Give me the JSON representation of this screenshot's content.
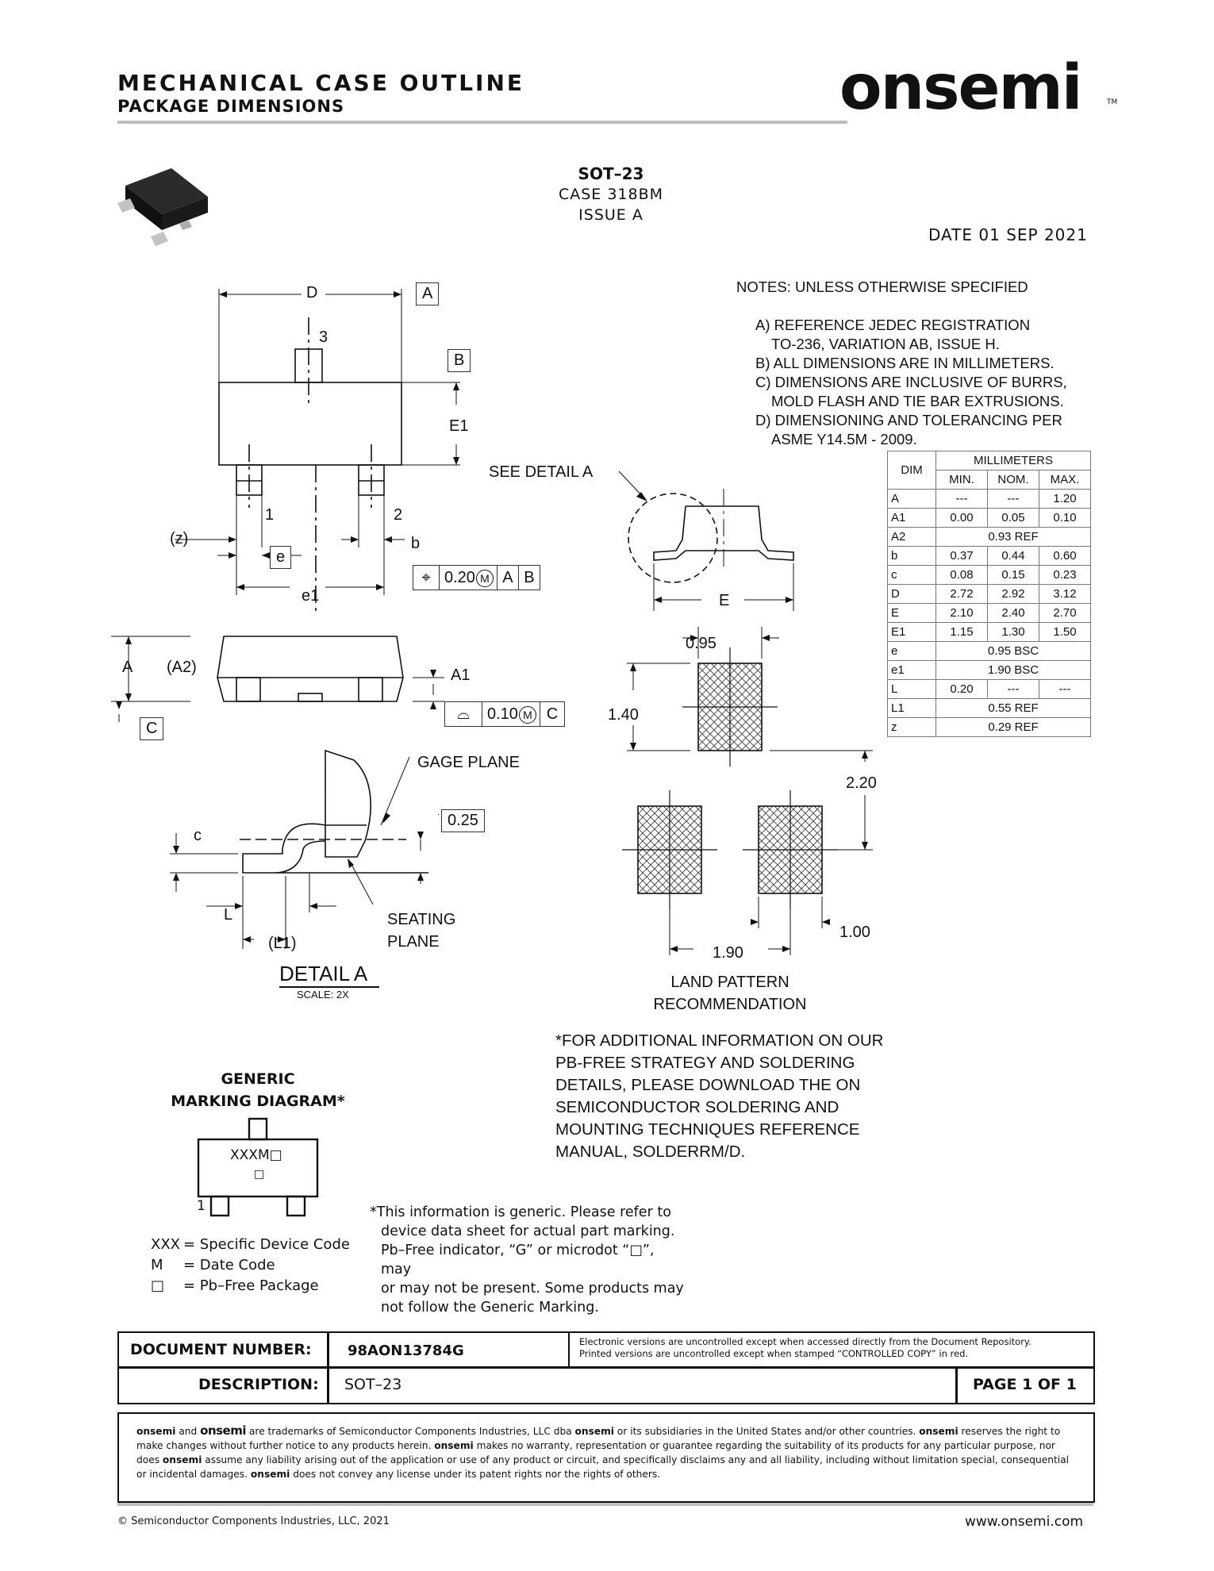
{
  "header": {
    "title": "MECHANICAL CASE OUTLINE",
    "subtitle": "PACKAGE DIMENSIONS",
    "logo": "onsemi",
    "logo_tm": "TM"
  },
  "package": {
    "name": "SOT–23",
    "case": "CASE 318BM",
    "issue": "ISSUE A",
    "date": "DATE 01 SEP 2021"
  },
  "notes": {
    "title": "NOTES: UNLESS OTHERWISE SPECIFIED",
    "lines": [
      "A)  REFERENCE JEDEC REGISTRATION",
      "TO-236, VARIATION AB, ISSUE H.",
      "B)  ALL DIMENSIONS ARE IN MILLIMETERS.",
      "C)  DIMENSIONS ARE INCLUSIVE OF BURRS,",
      "MOLD FLASH AND TIE BAR EXTRUSIONS.",
      "D)  DIMENSIONING AND TOLERANCING PER",
      "ASME Y14.5M - 2009."
    ]
  },
  "dim_table": {
    "dim_header": "DIM",
    "unit_header": "MILLIMETERS",
    "col_min": "MIN.",
    "col_nom": "NOM.",
    "col_max": "MAX.",
    "rows": [
      {
        "dim": "A",
        "min": "---",
        "nom": "---",
        "max": "1.20"
      },
      {
        "dim": "A1",
        "min": "0.00",
        "nom": "0.05",
        "max": "0.10"
      },
      {
        "dim": "A2",
        "span": "0.93 REF"
      },
      {
        "dim": "b",
        "min": "0.37",
        "nom": "0.44",
        "max": "0.60"
      },
      {
        "dim": "c",
        "min": "0.08",
        "nom": "0.15",
        "max": "0.23"
      },
      {
        "dim": "D",
        "min": "2.72",
        "nom": "2.92",
        "max": "3.12"
      },
      {
        "dim": "E",
        "min": "2.10",
        "nom": "2.40",
        "max": "2.70"
      },
      {
        "dim": "E1",
        "min": "1.15",
        "nom": "1.30",
        "max": "1.50"
      },
      {
        "dim": "e",
        "span": "0.95 BSC"
      },
      {
        "dim": "e1",
        "span": "1.90 BSC"
      },
      {
        "dim": "L",
        "min": "0.20",
        "nom": "---",
        "max": "---"
      },
      {
        "dim": "L1",
        "span": "0.55 REF"
      },
      {
        "dim": "z",
        "span": "0.29 REF"
      }
    ]
  },
  "drawing_labels": {
    "D": "D",
    "A_datum": "A",
    "pin3": "3",
    "B_datum": "B",
    "E1": "E1",
    "pin1": "1",
    "pin2": "2",
    "z": "(z)",
    "e": "e",
    "b": "b",
    "e1": "e1",
    "tol_pos_value": "0.20",
    "tol_pos_mod": "M",
    "tol_pos_ref1": "A",
    "tol_pos_ref2": "B",
    "see_detail": "SEE DETAIL A",
    "E": "E",
    "A": "A",
    "A2": "(A2)",
    "A1": "A1",
    "C_datum": "C",
    "tol_prof_value": "0.10",
    "tol_prof_mod": "M",
    "tol_prof_ref": "C",
    "gage_plane": "GAGE PLANE",
    "gage_val": "0.25",
    "c": "c",
    "L": "L",
    "L1": "(L1)",
    "seating_1": "SEATING",
    "seating_2": "PLANE",
    "detail_title": "DETAIL A",
    "detail_scale": "SCALE: 2X",
    "lp_095": "0.95",
    "lp_140": "1.40",
    "lp_220": "2.20",
    "lp_100": "1.00",
    "lp_190": "1.90",
    "land_title_1": "LAND PATTERN",
    "land_title_2": "RECOMMENDATION"
  },
  "pbfree_note": [
    "*FOR ADDITIONAL INFORMATION ON OUR",
    "PB-FREE STRATEGY AND SOLDERING",
    "DETAILS, PLEASE DOWNLOAD THE ON",
    "SEMICONDUCTOR SOLDERING AND",
    "MOUNTING TECHNIQUES REFERENCE",
    "MANUAL, SOLDERRM/D."
  ],
  "marking": {
    "title_1": "GENERIC",
    "title_2": "MARKING DIAGRAM*",
    "code": "XXXM□",
    "dot": "□",
    "pin1": "1",
    "legend": [
      {
        "key": "XXX",
        "val": "= Specific Device Code"
      },
      {
        "key": "M",
        "val": "= Date Code"
      },
      {
        "key": "□",
        "val": "= Pb–Free Package"
      }
    ],
    "generic_note": [
      "*This information is generic. Please refer to",
      "device data sheet for actual part marking.",
      "Pb–Free indicator, “G” or microdot “□”, may",
      "or may not be present. Some products may",
      "not follow the Generic Marking."
    ]
  },
  "doc": {
    "number_label": "DOCUMENT NUMBER:",
    "number_value": "98AON13784G",
    "notice_1": "Electronic versions are uncontrolled except when accessed directly from the Document Repository.",
    "notice_2": "Printed versions are uncontrolled except when stamped “CONTROLLED COPY” in red.",
    "desc_label": "DESCRIPTION:",
    "desc_value": "SOT–23",
    "page": "PAGE 1 OF 1"
  },
  "legal": {
    "p1": "onsemi",
    "p2": " and ",
    "p3": "onsemi",
    "p4": " are trademarks of Semiconductor Components Industries, LLC dba ",
    "p5": "onsemi",
    "p6": " or its subsidiaries in the United States and/or other countries. ",
    "p7": "onsemi",
    "p8": " reserves the right to make changes without further notice to any products herein. ",
    "p9": "onsemi",
    "p10": " makes no warranty, representation or guarantee regarding the suitability of its products for any particular purpose, nor does ",
    "p11": "onsemi",
    "p12": " assume any liability arising out of the application or use of any product or circuit, and specifically disclaims any and all liability, including without limitation special, consequential or incidental damages. ",
    "p13": "onsemi",
    "p14": " does not convey any license under its patent rights nor the rights of others."
  },
  "footer": {
    "copyright": "©  Semiconductor Components Industries, LLC, 2021",
    "website": "www.onsemi.com"
  }
}
